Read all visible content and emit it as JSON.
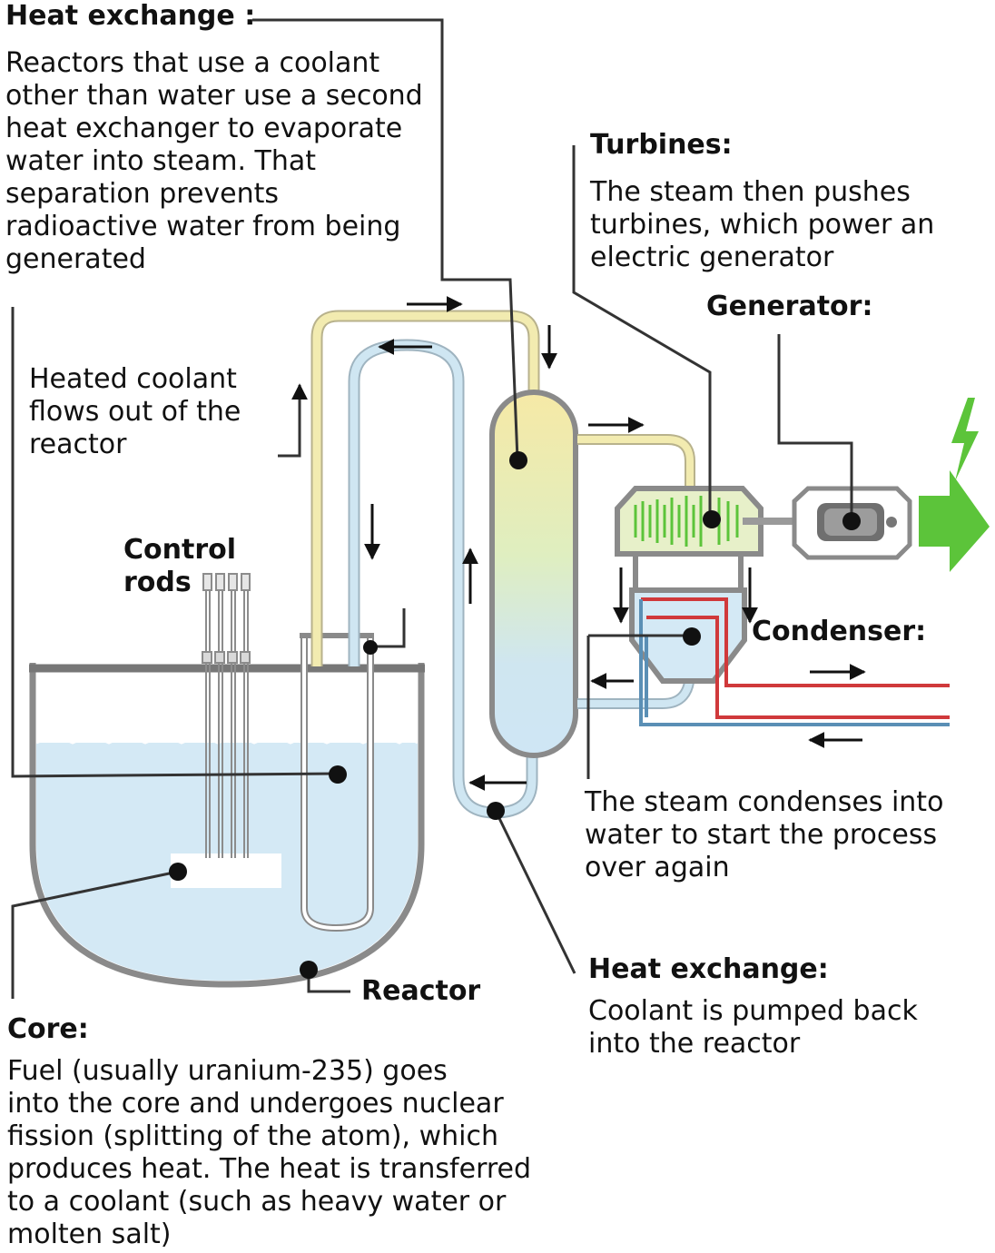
{
  "labels": {
    "heat_exchange_top": {
      "title": "Heat exchange :",
      "body": "Reactors that use a coolant\nother than water use a second\nheat exchanger to evaporate\nwater into steam. That\nseparation prevents\nradioactive water from being\ngenerated"
    },
    "turbines": {
      "title": "Turbines:",
      "body": "The steam then pushes\nturbines, which power an\nelectric generator"
    },
    "generator": {
      "title": "Generator:"
    },
    "heated_coolant": {
      "body": "Heated coolant\nflows out of the\nreactor"
    },
    "control_rods": {
      "title": "Control\nrods"
    },
    "condenser": {
      "title": "Condenser:"
    },
    "condenses": {
      "body": "The steam condenses into\nwater to start the process\nover again"
    },
    "heat_exchange_bottom": {
      "title": "Heat exchange:",
      "body": "Coolant is pumped back\ninto the reactor"
    },
    "reactor": {
      "title": "Reactor"
    },
    "core": {
      "title": "Core:",
      "body": "Fuel (usually uranium-235) goes\ninto the core and undergoes nuclear\nfission (splitting of the atom), which\nproduces heat. The heat is transferred\nto a coolant (such as heavy water or\nmolten salt)"
    }
  },
  "colors": {
    "hot_coolant": "#f2ebb0",
    "cold_coolant": "#cfe6f2",
    "reactor_water": "#d4e9f5",
    "vessel": "#8a8a8a",
    "hot_water_pipe": "#d0393b",
    "electricity": "#5cc43a",
    "leader": "#333333"
  },
  "icons": [
    "reactor-vessel",
    "control-rods",
    "steam-generator",
    "turbine",
    "generator",
    "condenser",
    "lightning-bolt",
    "power-output-arrow"
  ]
}
